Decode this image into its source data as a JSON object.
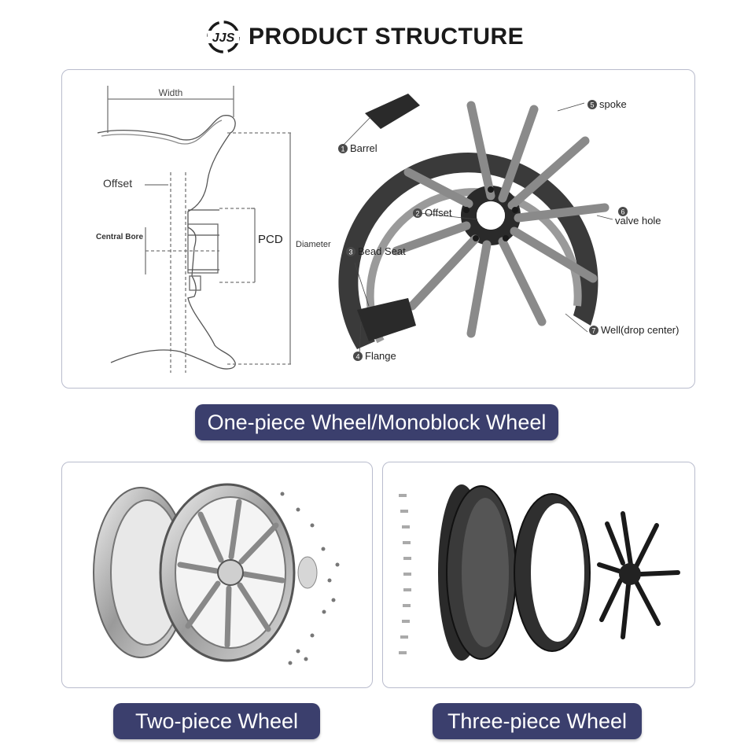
{
  "header": {
    "logo_text": "JJS",
    "title": "PRODUCT STRUCTURE"
  },
  "diagram": {
    "width_label": "Width",
    "offset_label": "Offset",
    "central_bore_label": "Central Bore",
    "pcd_label": "PCD",
    "diameter_label": "Diameter"
  },
  "wheel_parts": [
    {
      "num": "1",
      "label": "Barrel"
    },
    {
      "num": "2",
      "label": "Offset"
    },
    {
      "num": "3",
      "label": "Bead Seat"
    },
    {
      "num": "4",
      "label": "Flange"
    },
    {
      "num": "5",
      "label": "spoke"
    },
    {
      "num": "6",
      "label": "valve hole"
    },
    {
      "num": "7",
      "label": "Well(drop center)"
    }
  ],
  "captions": {
    "one_piece": "One-piece Wheel/Monoblock Wheel",
    "two_piece": "Two-piece Wheel",
    "three_piece": "Three-piece Wheel"
  },
  "colors": {
    "pill_bg": "#3b3f6d",
    "panel_border": "#b9bccd",
    "badge": "#4a4a4a"
  }
}
